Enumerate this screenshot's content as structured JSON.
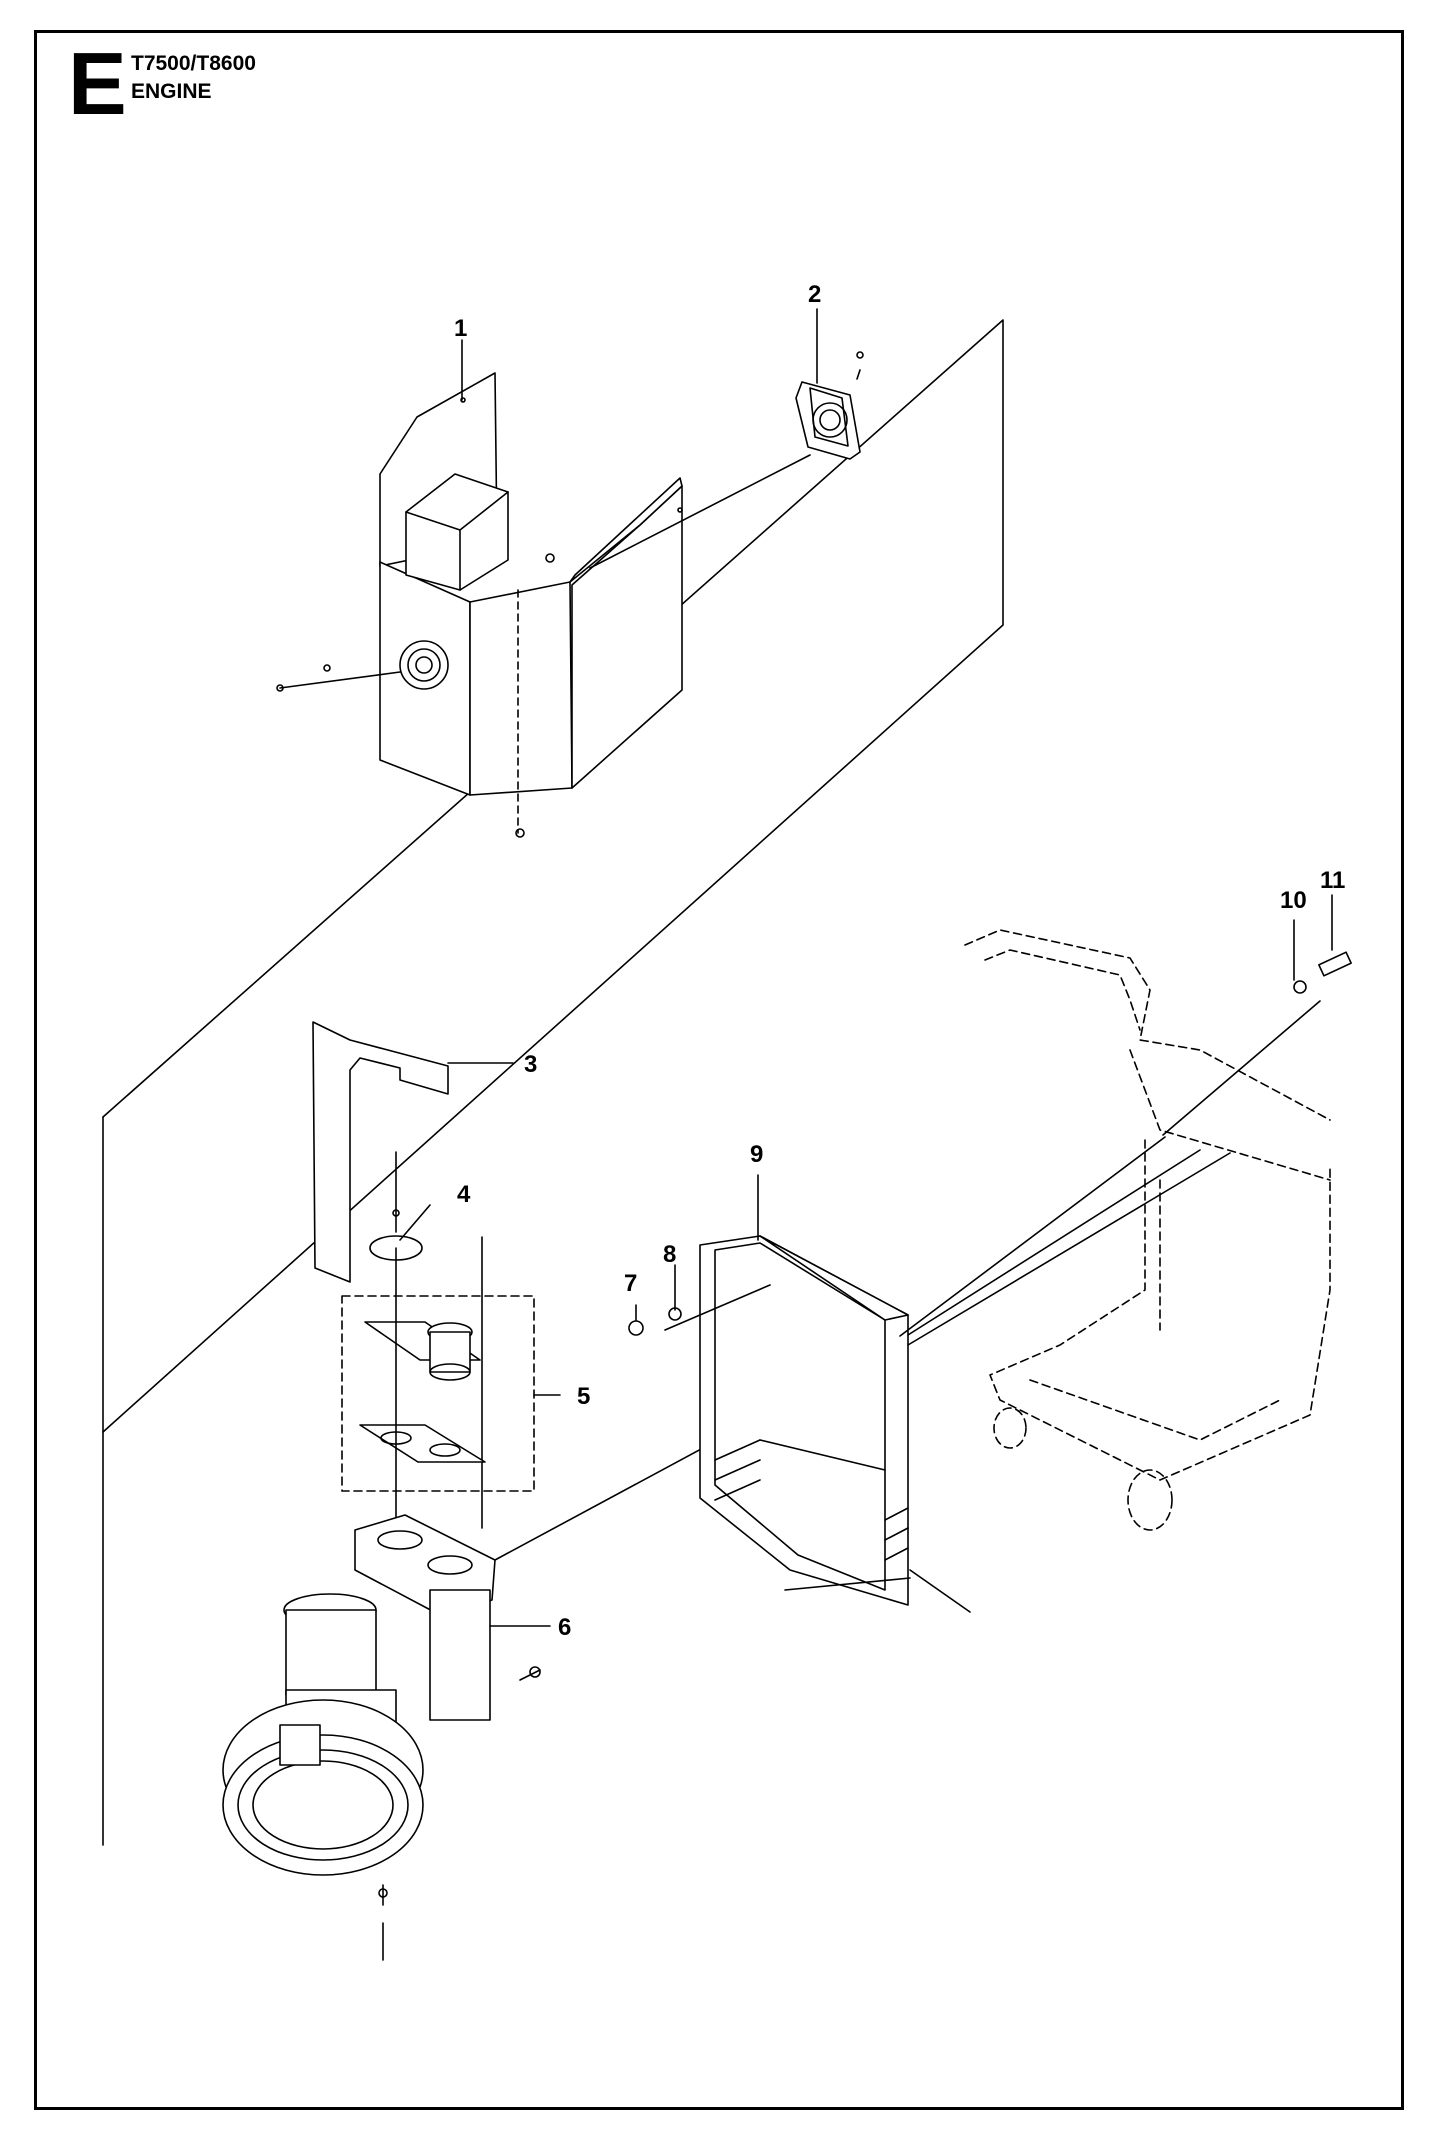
{
  "header": {
    "section_letter": "E",
    "model": "T7500/T8600",
    "title": "ENGINE"
  },
  "callouts": {
    "c1": "1",
    "c2": "2",
    "c3": "3",
    "c4": "4",
    "c5": "5",
    "c6": "6",
    "c7": "7",
    "c8": "8",
    "c9": "9",
    "c10": "10",
    "c11": "11"
  }
}
